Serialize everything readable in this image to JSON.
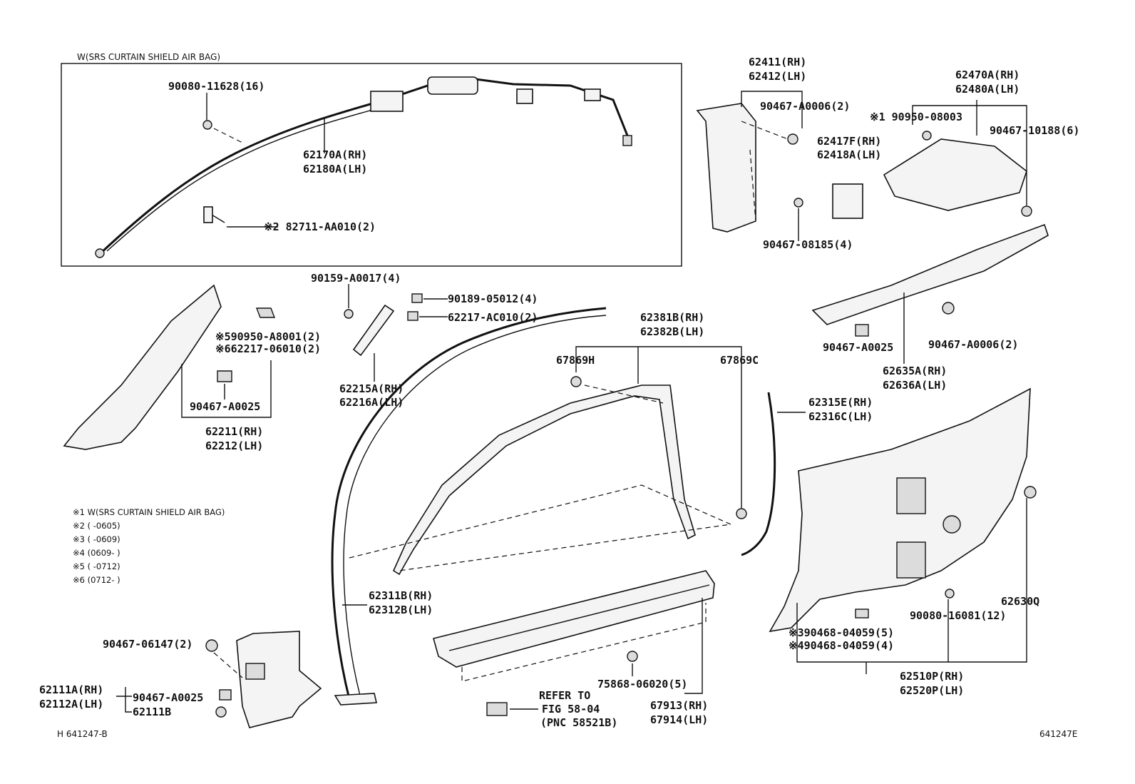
{
  "airbag_box": {
    "title": "W(SRS CURTAIN SHIELD AIR BAG)",
    "labels": [
      "90080-11628(16)",
      "62170A(RH)",
      "62180A(LH)",
      "※2 82711-AA010(2)"
    ]
  },
  "a_pillar": {
    "labels": [
      "※590950-A8001(2)",
      "※662217-06010(2)",
      "90467-A0025",
      "62211(RH)",
      "62212(LH)"
    ]
  },
  "roof_side": {
    "labels": [
      "90159-A0017(4)",
      "90189-05012(4)",
      "62217-AC010(2)",
      "62215A(RH)",
      "62216A(LH)"
    ]
  },
  "b_pillar": {
    "labels": [
      "62411(RH)",
      "62412(LH)",
      "90467-A0006(2)",
      "62417F(RH)",
      "62418A(LH)",
      "90467-08185(4)"
    ]
  },
  "quarter_upper": {
    "labels": [
      "62470A(RH)",
      "62480A(LH)",
      "※1 90950-08003",
      "90467-10188(6)",
      "90467-A0025",
      "90467-A0006(2)",
      "62635A(RH)",
      "62636A(LH)"
    ]
  },
  "door_frame": {
    "labels": [
      "62381B(RH)",
      "62382B(LH)",
      "67869H",
      "67869C",
      "62311B(RH)",
      "62312B(LH)"
    ]
  },
  "quarter_weatherstrip": {
    "labels": [
      "62315E(RH)",
      "62316C(LH)"
    ]
  },
  "quarter_trim": {
    "labels": [
      "90080-16081(12)",
      "62630Q",
      "※390468-04059(5)",
      "※490468-04059(4)",
      "62510P(RH)",
      "62520P(LH)"
    ]
  },
  "scuff_plate": {
    "labels": [
      "75868-06020(5)",
      "67913(RH)",
      "67914(LH)",
      "REFER TO",
      "FIG 58-04",
      "(PNC 58521B)"
    ]
  },
  "cowl_side": {
    "labels": [
      "90467-06147(2)",
      "62111A(RH)",
      "62112A(LH)",
      "90467-A0025",
      "62111B"
    ]
  },
  "notes": [
    "※1 W(SRS CURTAIN SHIELD AIR BAG)",
    "※2 (     -0605)",
    "※3 (     -0609)",
    "※4 (0609-     )",
    "※5 (     -0712)",
    "※6 (0712-     )"
  ],
  "footer": {
    "left_code": "H  641247-B",
    "right_code": "641247E"
  },
  "colors": {
    "ink": "#111111",
    "paper": "#ffffff",
    "part_fill": "#f4f4f4"
  }
}
